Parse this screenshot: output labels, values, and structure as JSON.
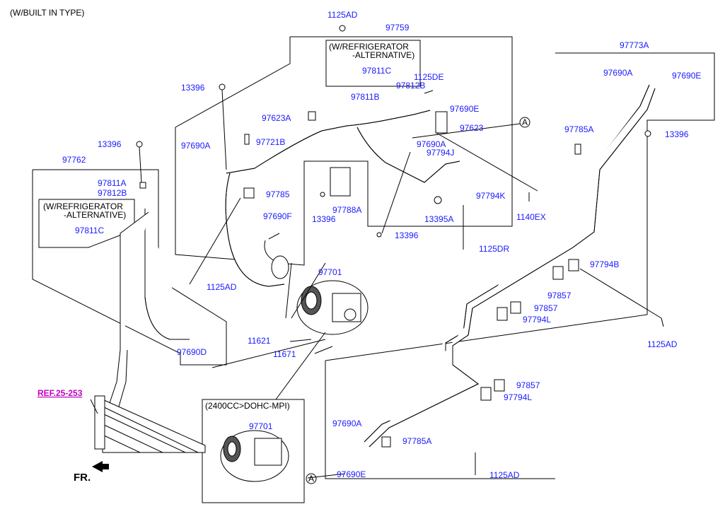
{
  "header": {
    "variant_note": "(W/BUILT IN TYPE)"
  },
  "boxes": {
    "refrig_top": {
      "line1": "(W/REFRIGERATOR",
      "line2": "-ALTERNATIVE)"
    },
    "refrig_left": {
      "line1": "(W/REFRIGERATOR",
      "line2": "-ALTERNATIVE)"
    },
    "engine_variant": "(2400CC>DOHC-MPI)"
  },
  "labels": {
    "p1125AD_top": "1125AD",
    "p97759": "97759",
    "p97811C_top": "97811C",
    "p97812B_top": "97812B",
    "p1125DE": "1125DE",
    "p97811B": "97811B",
    "p13396_a": "13396",
    "p97623A": "97623A",
    "p97690E_mid": "97690E",
    "p97623": "97623",
    "p97690A_a": "97690A",
    "p97721B": "97721B",
    "p97690A_b": "97690A",
    "p97794J": "97794J",
    "p13396_b": "13396",
    "p97762": "97762",
    "p97811A": "97811A",
    "p97812B_left": "97812B",
    "p97811C_left": "97811C",
    "p97785": "97785",
    "p97788A": "97788A",
    "p13396_c": "13396",
    "p13395A": "13395A",
    "p97794K": "97794K",
    "p1140EX": "1140EX",
    "p97690F": "97690F",
    "p13396_d": "13396",
    "p1125DR": "1125DR",
    "p97701_top": "97701",
    "p1125AD_mid": "1125AD",
    "p11621": "11621",
    "p11671": "11671",
    "p97690D": "97690D",
    "p97773A": "97773A",
    "p97690A_r": "97690A",
    "p97690E_r": "97690E",
    "p97785A_r": "97785A",
    "p13396_r": "13396",
    "p97794B": "97794B",
    "p97857_a": "97857",
    "p97857_b": "97857",
    "p97794L_a": "97794L",
    "p1125AD_r": "1125AD",
    "p97857_c": "97857",
    "p97794L_b": "97794L",
    "p97690A_bot": "97690A",
    "p97785A_bot": "97785A",
    "p97690E_bot": "97690E",
    "p1125AD_bot": "1125AD",
    "p97701_bot": "97701",
    "ref_link": "REF.25-253",
    "front": "FR.",
    "circleA_top": "A",
    "circleA_bot": "A"
  },
  "colors": {
    "part_number": "#1a1aff",
    "reference_link": "#c000c0",
    "line": "#000000"
  }
}
